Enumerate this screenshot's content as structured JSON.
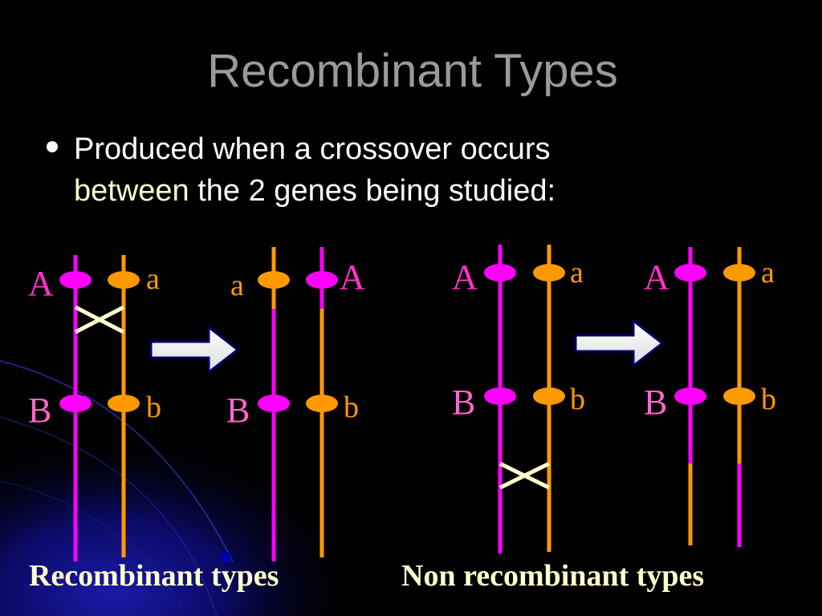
{
  "title": "Recombinant Types",
  "bullet": {
    "line1": "Produced when a crossover occurs",
    "line2_highlight": "between",
    "line2_rest": " the 2 genes being studied:"
  },
  "labels": {
    "recombinant": "Recombinant types",
    "non_recombinant": "Non recombinant types"
  },
  "alleles": {
    "A": "A",
    "a": "a",
    "B": "B",
    "b": "b"
  },
  "colors": {
    "magenta": "#ff00ff",
    "orange": "#ff9900",
    "gene_label": "#ff33cc",
    "gene_label_light": "#ff66cc",
    "cross": "#ffffcc",
    "title": "#9a9a9a",
    "bullet_text": "#ffffff",
    "highlight_text": "#ffffcc",
    "caption": "#ffffcc",
    "arrow_fill": "#ffffff",
    "arrow_stroke": "#000066"
  }
}
